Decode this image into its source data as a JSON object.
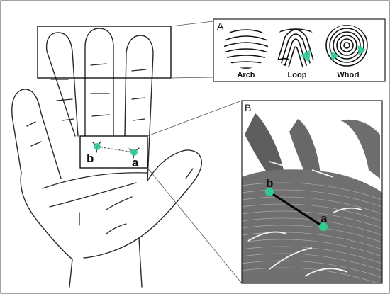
{
  "panel_a": {
    "letter": "A",
    "patterns": [
      {
        "label": "Arch"
      },
      {
        "label": "Loop"
      },
      {
        "label": "Whorl"
      }
    ]
  },
  "panel_b": {
    "letter": "B"
  },
  "points": {
    "a": "a",
    "b": "b"
  },
  "colors": {
    "triradius": "#2ecc8f",
    "frame": "#000000",
    "print_background": "#6f6f6f"
  }
}
